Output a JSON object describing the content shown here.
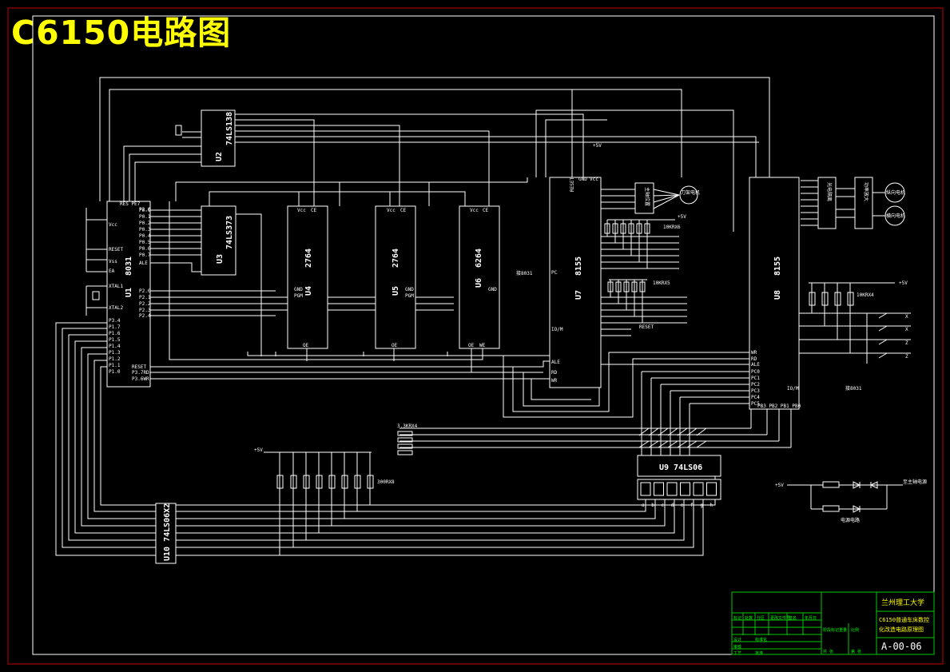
{
  "title": "C6150电路图",
  "colors": {
    "title": "#ffff00",
    "wire": "#ffffff",
    "frame": "#c00000",
    "titleblock": "#00c800"
  },
  "chips": {
    "u1": {
      "ref": "U1",
      "part": "8031",
      "pins_top": "RES PE7",
      "p2_0": "P2.0"
    },
    "u2": {
      "ref": "U2",
      "part": "74LS138"
    },
    "u3": {
      "ref": "U3",
      "part": "74LS373"
    },
    "u4": {
      "ref": "U4",
      "part": "2764"
    },
    "u5": {
      "ref": "U5",
      "part": "2764"
    },
    "u6": {
      "ref": "U6",
      "part": "6264"
    },
    "u7": {
      "ref": "U7",
      "part": "8155"
    },
    "u8": {
      "ref": "U8",
      "part": "8155"
    },
    "u9": {
      "label": "U9 74LS06"
    },
    "u10": {
      "label": "U10 74LS06X2"
    }
  },
  "u1_pins_left": [
    "Vcc",
    "RESET",
    "Vss",
    "EA",
    "XTAL1",
    "XTAL2"
  ],
  "u1_pins_right": [
    "P0.0",
    "P0.1",
    "P0.2",
    "P0.3",
    "P0.4",
    "P0.5",
    "P0.6",
    "P0.7",
    "ALE",
    "P2.0",
    "P2.1",
    "P2.2",
    "P2.3",
    "P2.4"
  ],
  "u1_pins_bottom": [
    "RESET",
    "P3.7RD",
    "P3.6WR"
  ],
  "u1_p1": [
    "P3.4",
    "P1.7",
    "P1.6",
    "P1.5",
    "P1.4",
    "P1.3",
    "P1.2",
    "P1.1",
    "P1.0"
  ],
  "mem_pins": {
    "vcc": "Vcc",
    "ce": "CE",
    "gnd": "GND",
    "pgm": "PGM",
    "oe": "OE",
    "we": "WE"
  },
  "u7_pins": {
    "reset": "RESET",
    "pc": "PC",
    "io_m": "IO/M",
    "ale": "ALE",
    "rd": "RD",
    "wr": "WR",
    "ce": "CE",
    "vcc": "Vcc",
    "gnd": "GND"
  },
  "u7_labels": {
    "i8031": "接8031",
    "spindle": "主轴位置",
    "cutter": "刀架电机",
    "r1": "10KRX6",
    "r2": "10KRX5",
    "plus5": "+5V",
    "reset": "RESET",
    "vcc": "+5V"
  },
  "u8_labels": {
    "io_m": "IO/M",
    "i8031": "接8031",
    "r3": "10KRX4",
    "plus5": "+5V",
    "ports": "PB3 PB2 PB1 PB0"
  },
  "u8_inputs": [
    "WR",
    "RD",
    "ALE",
    "PC0",
    "PC1",
    "PC2",
    "PC3",
    "PC4",
    "PC5"
  ],
  "switch_labels": [
    "X",
    "X",
    "Z",
    "Z"
  ],
  "drivers": [
    {
      "a": "光电隔离",
      "b": "功率放大",
      "c": "纵向电机"
    },
    {
      "a": "光电隔离",
      "b": "功率放大",
      "c": "横向电机"
    }
  ],
  "resistors": {
    "pack": "3.3KRX4",
    "row": "300RX8",
    "vcc": "+5V"
  },
  "display": {
    "digits": [
      "a",
      "b",
      "c",
      "d",
      "e",
      "f",
      "g",
      "h"
    ]
  },
  "spindle_power": {
    "vcc": "+5V",
    "out": "至主轴电源",
    "label": "电源电路"
  },
  "titleblock": {
    "school": "兰州理工大学",
    "title_line1": "C6150普通车床数控",
    "title_line2": "化改造电路原理图",
    "drawing_no": "A-00-06",
    "cells": [
      "标记",
      "处数",
      "分区",
      "更改文件号",
      "签名",
      "年月日",
      "设计",
      "标准化",
      "阶段标记",
      "重量",
      "比例",
      "审核",
      "工艺",
      "批准",
      "共 张",
      "第 张"
    ]
  }
}
